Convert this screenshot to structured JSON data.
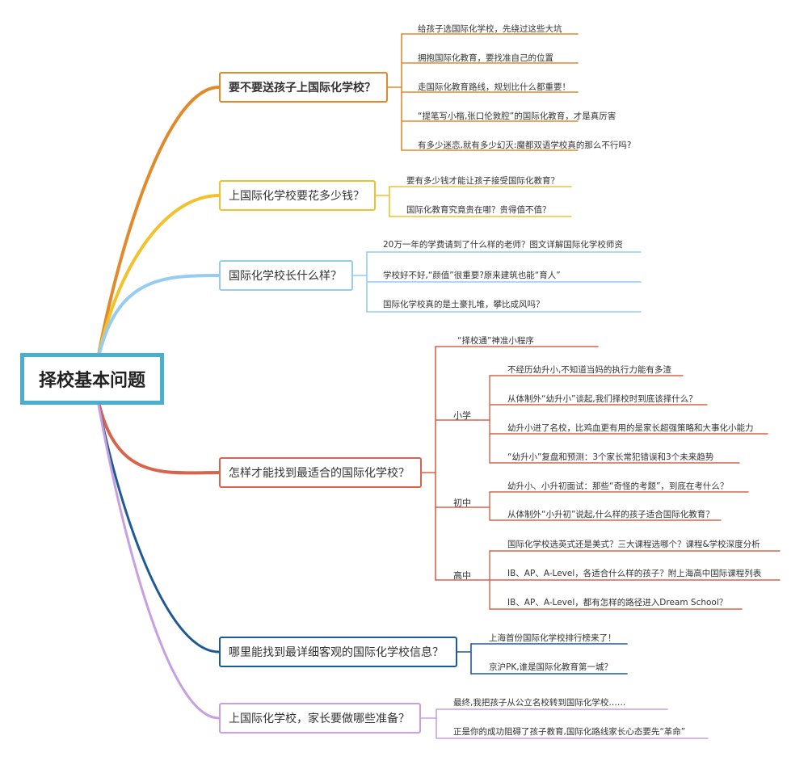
{
  "root": {
    "label": "择校基本问题"
  },
  "colors": {
    "orange": "#e08a2c",
    "yellow": "#f2c12e",
    "lightblue": "#96ccef",
    "red": "#d9634b",
    "navy": "#1e5b94",
    "purple": "#c89fe2"
  },
  "topics": [
    {
      "label": "要不要送孩子上国际化学校？",
      "items": [
        "给孩子选国际化学校，先绕过这些大坑",
        "拥抱国际化教育，要找准自己的位置",
        "走国际化教育路线，规划比什么都重要！",
        "“提笔写小楷,张口伦敦腔”的国际化教育，才是真厉害",
        "有多少迷恋,就有多少幻灭:魔都双语学校真的那么不行吗?"
      ]
    },
    {
      "label": "上国际化学校要花多少钱？",
      "items": [
        "要有多少钱才能让孩子接受国际化教育？",
        "国际化教育究竟贵在哪？贵得值不值？"
      ]
    },
    {
      "label": "国际化学校长什么样？",
      "items": [
        "20万一年的学费请到了什么样的老师？图文详解国际化学校师资",
        "学校好不好,“颜值”很重要?原来建筑也能“育人”",
        "国际化学校真的是土豪扎堆，攀比成风吗？"
      ]
    },
    {
      "label": "怎样才能找到最适合的国际化学校？",
      "top_item": "“择校通”神准小程序",
      "groups": [
        {
          "label": "小学",
          "items": [
            "不经历幼升小,不知道当妈的执行力能有多渣",
            "从体制外“幼升小”谈起,我们择校时到底该择什么？",
            "幼升小进了名校，比鸡血更有用的是家长超强策略和大事化小能力",
            "“幼升小”复盘和预测：3个家长常犯错误和3个未来趋势"
          ]
        },
        {
          "label": "初中",
          "items": [
            "幼升小、小升初面试：那些“奇怪的考题”，到底在考什么？",
            "从体制外“小升初”说起,什么样的孩子适合国际化教育？"
          ]
        },
        {
          "label": "高中",
          "items": [
            "国际化学校选英式还是美式？三大课程选哪个？课程&学校深度分析",
            "IB、AP、A-Level，各适合什么样的孩子？附上海高中国际课程列表",
            "IB、AP、A-Level，都有怎样的路径进入Dream School？"
          ]
        }
      ]
    },
    {
      "label": "哪里能找到最详细客观的国际化学校信息？",
      "items": [
        "上海首份国际化学校排行榜来了！",
        "京沪PK,谁是国际化教育第一城？"
      ]
    },
    {
      "label": "上国际化学校，家长要做哪些准备？",
      "items": [
        "最终,我把孩子从公立名校转到国际化学校……",
        "正是你的成功阻碍了孩子教育,国际化路线家长心态要先“革命”"
      ]
    }
  ]
}
